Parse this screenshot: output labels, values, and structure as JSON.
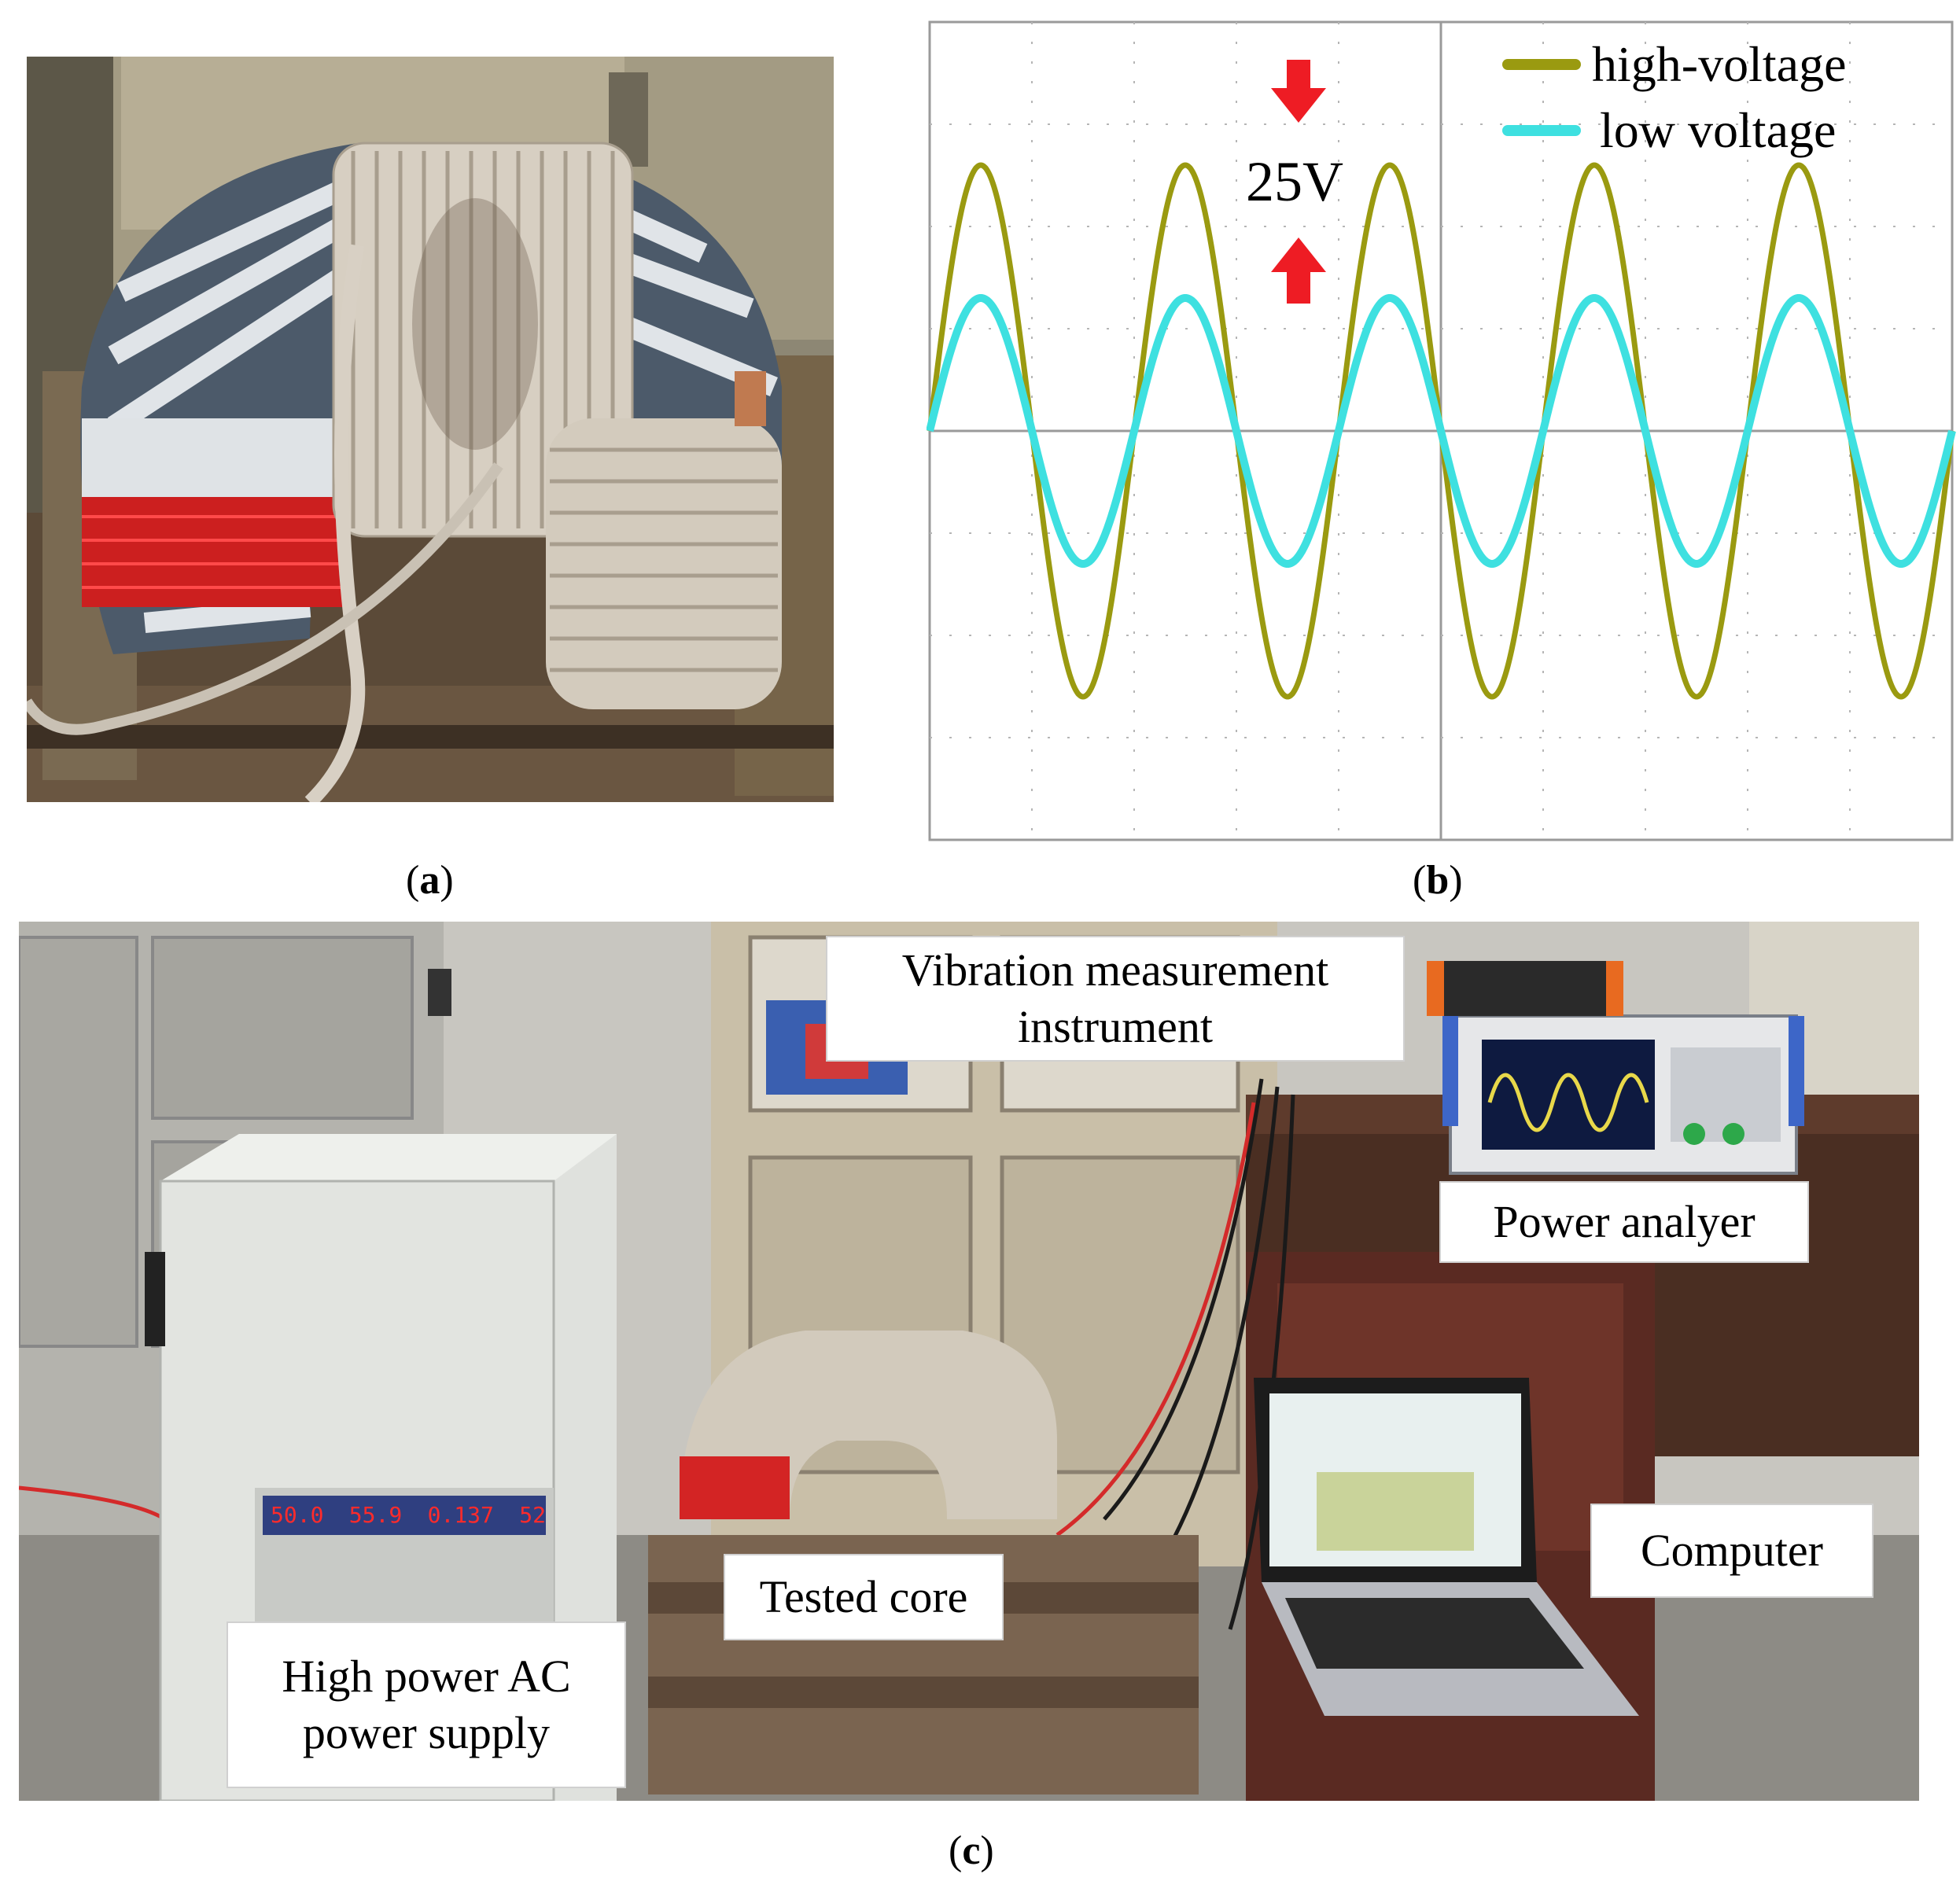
{
  "panel_a": {
    "caption_letter": "a"
  },
  "panel_b": {
    "caption_letter": "b",
    "annotation": "25V",
    "legend": [
      {
        "name": "high-voltage",
        "color": "#9a9a10"
      },
      {
        "name": "low voltage",
        "color": "#3ee0e0"
      }
    ],
    "chart_data": {
      "type": "line",
      "title": "",
      "xlabel": "",
      "ylabel": "",
      "grid": true,
      "legend_position": "top-right",
      "series": [
        {
          "name": "high-voltage",
          "amplitude_divisions": 2.6,
          "cycles": 5,
          "color": "#9a9a10"
        },
        {
          "name": "low voltage",
          "amplitude_divisions": 1.3,
          "cycles": 5,
          "color": "#3ee0e0"
        }
      ]
    }
  },
  "panel_c": {
    "caption_letter": "c",
    "labels": {
      "vibration": [
        "Vibration measurement",
        "instrument"
      ],
      "power_analyzer": "Power analyer",
      "computer": "Computer",
      "tested_core": "Tested core",
      "power_supply": [
        "High power AC",
        "power supply"
      ]
    },
    "display_readings": [
      "50.0",
      "55.9",
      "0.137",
      "52"
    ]
  }
}
